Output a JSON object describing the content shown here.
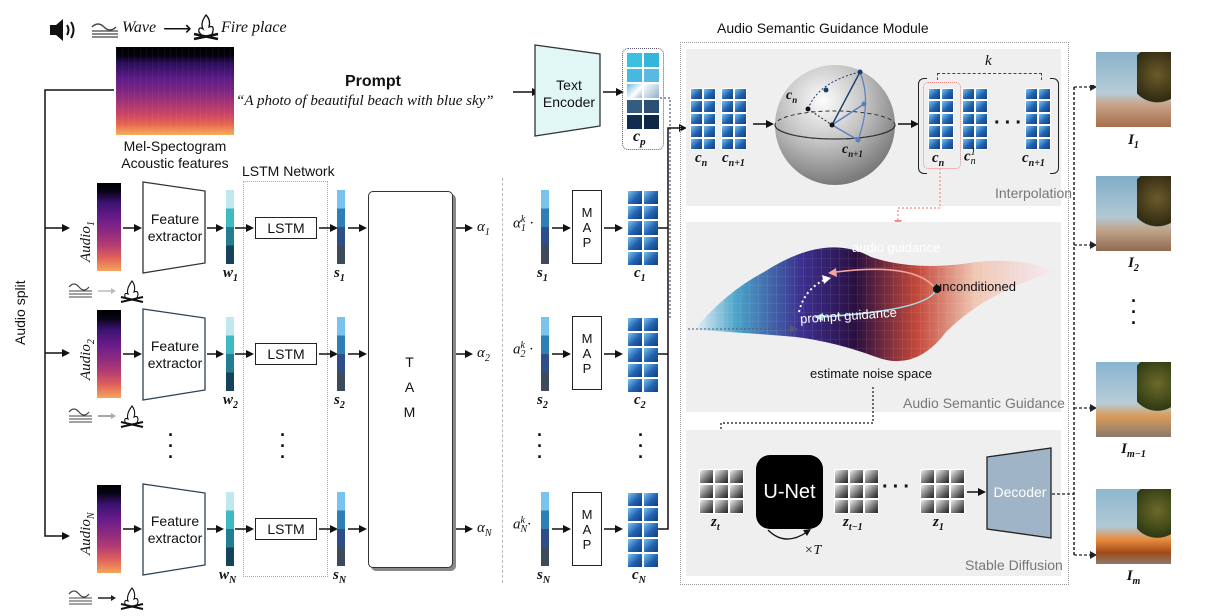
{
  "header": {
    "speaker_icon": "speaker-icon",
    "wave_icon": "wave-icon",
    "wave_label": "Wave",
    "arrow": "⟶",
    "fire_icon": "campfire-icon",
    "fire_label": "Fire place"
  },
  "mel": {
    "label_line1": "Mel-Spectogram",
    "label_line2": "Acoustic features"
  },
  "prompt": {
    "title": "Prompt",
    "text": "“A photo of beautiful beach with blue sky”"
  },
  "text_encoder": {
    "label_line1": "Text",
    "label_line2": "Encoder"
  },
  "cp_label": "c",
  "cp_sub": "p",
  "audio_split_label": "Audio split",
  "lstm_network_label": "LSTM Network",
  "rows": [
    {
      "audio": "Audio",
      "audio_sub": "1",
      "fe1": "Feature",
      "fe2": "extractor",
      "w": "w",
      "w_sub": "1",
      "lstm": "LSTM",
      "s": "s",
      "s_sub": "1",
      "alpha": "α",
      "alpha_sub": "1",
      "ak": "α",
      "ak_sub": "1",
      "ak_sup": "k",
      "map": [
        "M",
        "A",
        "P"
      ],
      "c": "c",
      "c_sub": "1"
    },
    {
      "audio": "Audio",
      "audio_sub": "2",
      "fe1": "Feature",
      "fe2": "extractor",
      "w": "w",
      "w_sub": "2",
      "lstm": "LSTM",
      "s": "s",
      "s_sub": "2",
      "alpha": "α",
      "alpha_sub": "2",
      "ak": "a",
      "ak_sub": "2",
      "ak_sup": "k",
      "map": [
        "M",
        "A",
        "P"
      ],
      "c": "c",
      "c_sub": "2"
    },
    {
      "audio": "Audio",
      "audio_sub": "N",
      "fe1": "Feature",
      "fe2": "extractor",
      "w": "w",
      "w_sub": "N",
      "lstm": "LSTM",
      "s": "s",
      "s_sub": "N",
      "alpha": "α",
      "alpha_sub": "N",
      "ak": "a",
      "ak_sub": "N",
      "ak_sup": "k",
      "map": [
        "M",
        "A",
        "P"
      ],
      "c": "c",
      "c_sub": "N"
    }
  ],
  "tam": {
    "letters": [
      "T",
      "A",
      "M"
    ]
  },
  "asgm": {
    "title": "Audio Semantic Guidance Module",
    "interpolation": {
      "label": "Interpolation",
      "cn": "c",
      "cn_sub": "n",
      "cn1": "c",
      "cn1_sub": "n+1",
      "k_label": "k",
      "cn1_sup": "1"
    },
    "guidance": {
      "label": "Audio Semantic Guidance",
      "audio_guidance": "audio guidance",
      "prompt_guidance": "prompt guidance",
      "unconditioned": "unconditioned",
      "estimate": "estimate noise space"
    },
    "stable_diffusion": {
      "label": "Stable Diffusion",
      "unet": "U-Net",
      "times_t": "×T",
      "zt": "z",
      "zt_sub": "t",
      "zt1": "z",
      "zt1_sub": "t−1",
      "z1": "z",
      "z1_sub": "1",
      "decoder": "Decoder"
    }
  },
  "outputs": [
    {
      "label": "I",
      "sub": "1"
    },
    {
      "label": "I",
      "sub": "2"
    },
    {
      "label": "I",
      "sub": "m−1"
    },
    {
      "label": "I",
      "sub": "m"
    }
  ],
  "colors": {
    "encoder_fill": "#e0f7f5",
    "decoder_fill": "#9fb4c6",
    "panel_bg": "#efefef",
    "guidance_pink": "#f28b82"
  }
}
